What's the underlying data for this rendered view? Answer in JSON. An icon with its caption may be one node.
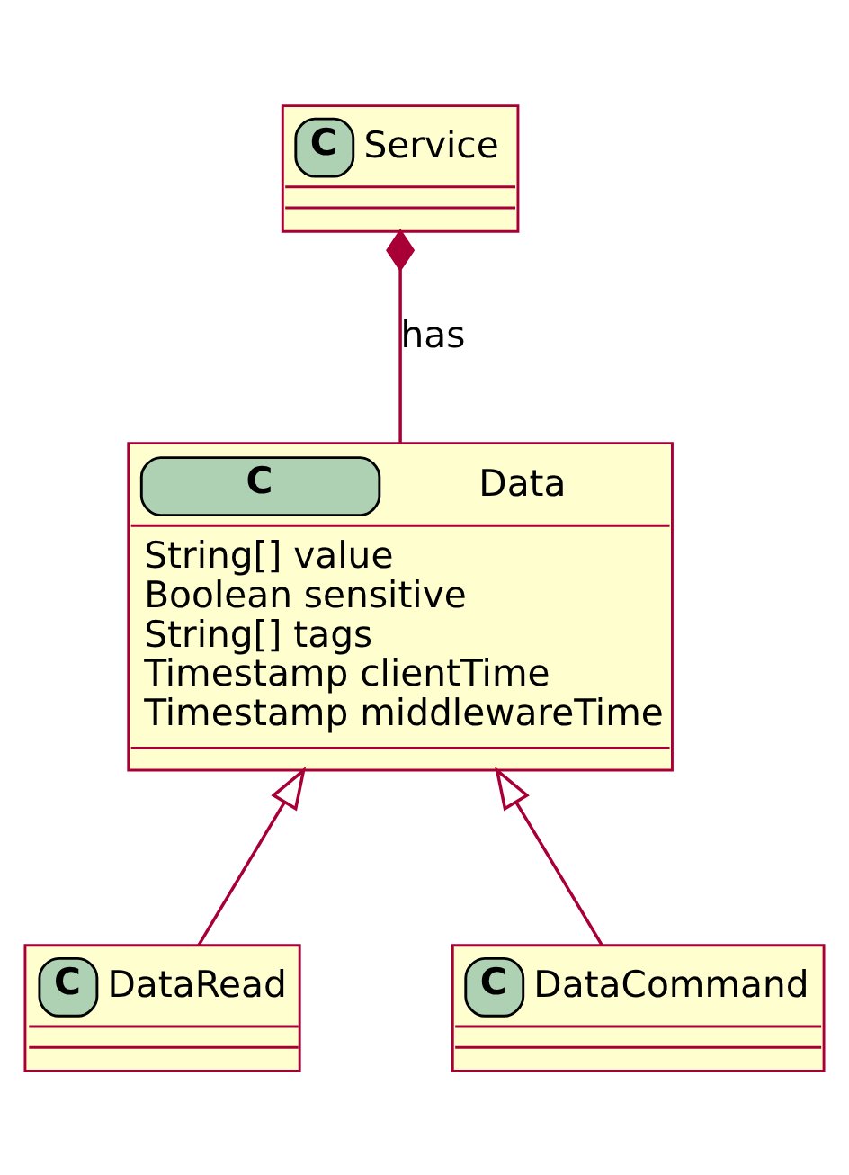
{
  "diagram": {
    "nodes": [
      {
        "text": [
          "C",
          "Service"
        ]
      },
      {
        "text": [
          "C",
          "Data",
          "String[] value",
          "Boolean sensitive",
          "String[] tags",
          "Timestamp clientTime",
          "Timestamp middlewareTime"
        ]
      },
      {
        "text": [
          "C",
          "DataRead"
        ]
      },
      {
        "text": [
          "C",
          "DataCommand"
        ]
      }
    ],
    "edges": [
      {
        "from": 0,
        "to": 1,
        "arrow": "other",
        "label": "has"
      },
      {
        "from": 2,
        "to": 1,
        "arrow": "to"
      },
      {
        "from": 3,
        "to": 1,
        "arrow": "to"
      }
    ]
  }
}
